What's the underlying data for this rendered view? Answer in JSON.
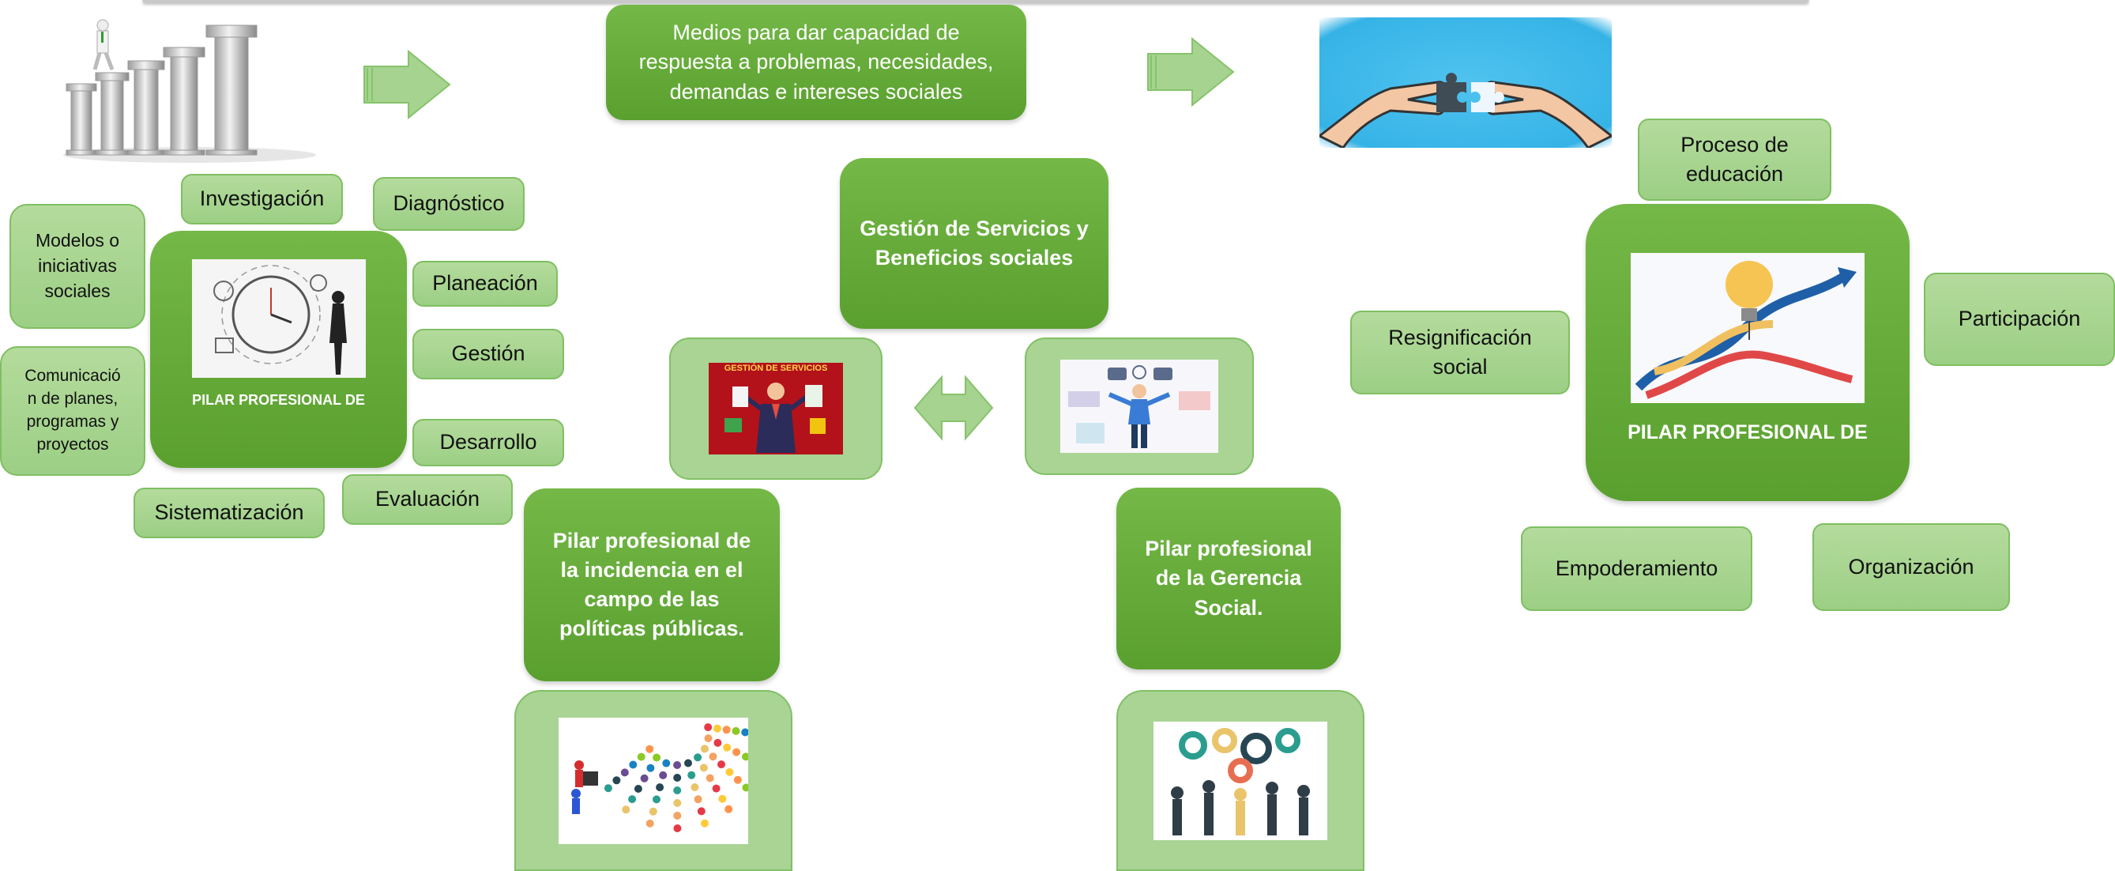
{
  "top": {
    "means_text": "Medios para dar capacidad de\nrespuesta a problemas, necesidades,\ndemandas e intereses sociales"
  },
  "left": {
    "pillar_label": "PILAR PROFESIONAL DE",
    "nodes": {
      "investigacion": "Investigación",
      "diagnostico": "Diagnóstico",
      "modelos": "Modelos o\niniciativas\nsociales",
      "planeacion": "Planeación",
      "gestion": "Gestión",
      "comunicacion": "Comunicació\nn de planes,\nprogramas y\nproyectos",
      "desarrollo": "Desarrollo",
      "evaluacion": "Evaluación",
      "sistematizacion": "Sistematización"
    }
  },
  "center": {
    "title": "Gestión de Servicios y\nBeneficios sociales",
    "image_caption": "GESTIÓN DE SERVICIOS",
    "incidencia": "Pilar profesional de\nla incidencia en el\ncampo de las\npolíticas públicas.",
    "gerencia": "Pilar profesional\nde la Gerencia\nSocial."
  },
  "right": {
    "pillar_label": "PILAR PROFESIONAL DE",
    "nodes": {
      "proceso": "Proceso de\neducación",
      "participacion": "Participación",
      "resignificacion": "Resignificación\nsocial",
      "empoderamiento": "Empoderamiento",
      "organizacion": "Organización"
    }
  },
  "colors": {
    "light_green": "#a9d494",
    "dark_green": "#64a83a",
    "border_green": "#7fbf62"
  },
  "icons": {
    "pillars": "pillars-steps-illustration",
    "puzzle": "puzzle-hands-illustration",
    "arrow": "right-block-arrow",
    "double_arrow": "left-right-block-arrow"
  }
}
